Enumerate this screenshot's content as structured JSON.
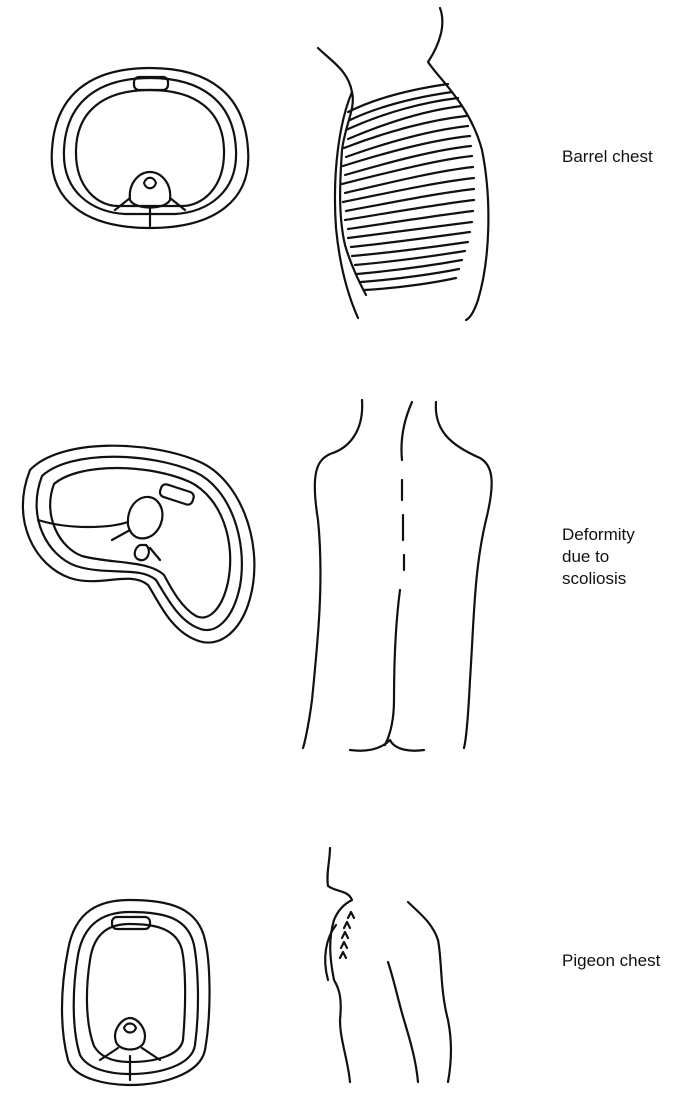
{
  "labels": {
    "barrel": "Barrel chest",
    "scoliosis": "Deformity\ndue to\nscoliosis",
    "pigeon": "Pigeon chest"
  }
}
